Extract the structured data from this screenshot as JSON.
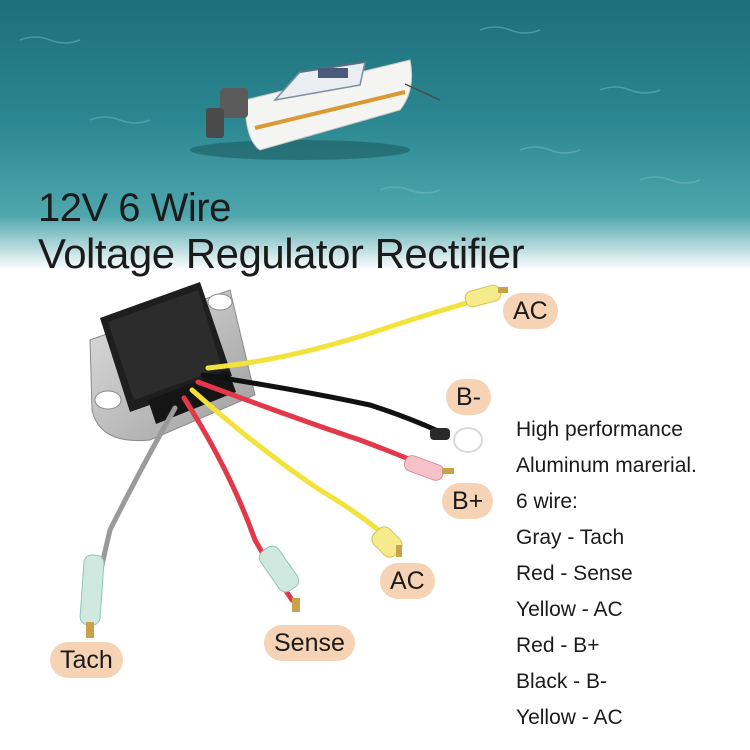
{
  "title": {
    "line1": "12V 6 Wire",
    "line2": "Voltage Regulator Rectifier"
  },
  "wire_labels": {
    "ac_top": "AC",
    "b_minus": "B-",
    "b_plus": "B+",
    "ac_bottom": "AC",
    "sense": "Sense",
    "tach": "Tach"
  },
  "specs": [
    "High performance",
    "Aluminum marerial.",
    "6 wire:",
    "Gray - Tach",
    "Red - Sense",
    "Yellow - AC",
    "Red - B+",
    "Black - B-",
    "Yellow - AC"
  ],
  "colors": {
    "sea": "#2b8791",
    "label_bg": "#f7d3b5",
    "wire_yellow": "#f2e23a",
    "wire_red": "#e2384a",
    "wire_black": "#111111",
    "wire_gray": "#9a9a9a"
  }
}
